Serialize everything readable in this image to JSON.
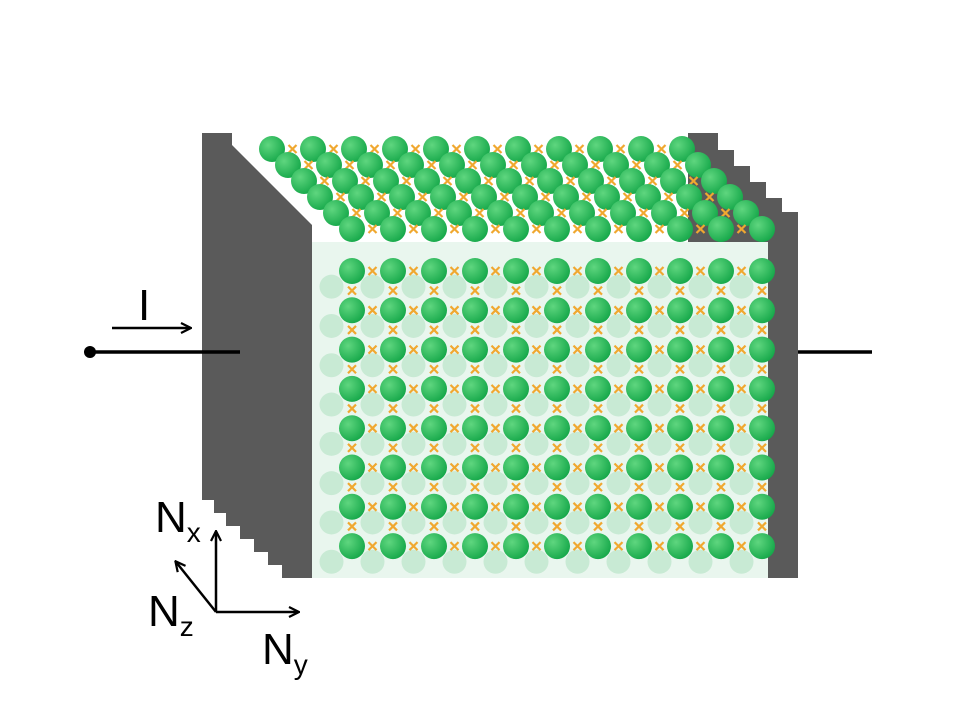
{
  "labels": {
    "current": "I",
    "axis_x_main": "N",
    "axis_x_sub": "x",
    "axis_y_main": "N",
    "axis_y_sub": "y",
    "axis_z_main": "N",
    "axis_z_sub": "z"
  },
  "lattice": {
    "front_rows": 8,
    "front_cols": 11,
    "layers": 6
  },
  "colors": {
    "background": "#ffffff",
    "contact": "#5a5a5a",
    "atom": "#16a84a",
    "atom_highlight": "#5fd67f",
    "atom_faded": "#c8ead4",
    "bond": "#f0a830",
    "wire": "#000000"
  }
}
